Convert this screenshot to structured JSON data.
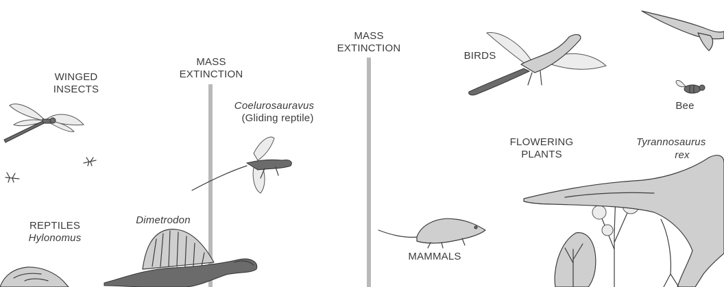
{
  "labels": {
    "winged_insects": [
      "WINGED",
      "INSECTS"
    ],
    "mass_extinction_1": [
      "MASS",
      "EXTINCTION"
    ],
    "mass_extinction_2": [
      "MASS",
      "EXTINCTION"
    ],
    "coelurosauravus": "Coelurosauravus",
    "gliding_reptile": "(Gliding reptile)",
    "birds": "BIRDS",
    "bee": "Bee",
    "flowering_plants": [
      "FLOWERING",
      "PLANTS"
    ],
    "tyrannosaurus": "Tyrannosaurus",
    "rex": "rex",
    "reptiles": "REPTILES",
    "hylonomus": "Hylonomus",
    "dimetrodon": "Dimetrodon",
    "mammals": "MAMMALS"
  },
  "colors": {
    "ink": "#3c3c3c",
    "extinction_bar": "#b9b9b9",
    "background": "#ffffff"
  }
}
